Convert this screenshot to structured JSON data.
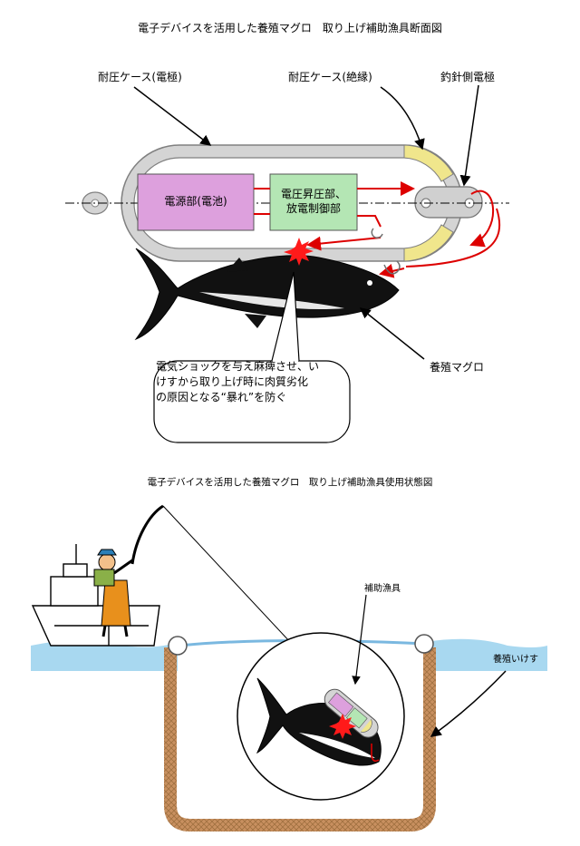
{
  "diagram1": {
    "title": "電子デバイスを活用した養殖マグロ　取り上げ補助漁具断面図",
    "labels": {
      "case_electrode": "耐圧ケース(電極)",
      "case_insulation": "耐圧ケース(絶縁)",
      "hook_electrode": "釣針側電極",
      "power_unit": "電源部(電池)",
      "voltage_unit_line1": "電圧昇圧部、",
      "voltage_unit_line2": "放電制御部",
      "tuna": "養殖マグロ"
    },
    "callout": {
      "line1": "電気ショックを与え麻痺させ、い",
      "line2": "けすから取り上げ時に肉質劣化",
      "line3": "の原因となる“暴れ”を防ぐ"
    },
    "colors": {
      "case": "#c8c8c8",
      "insulation": "#f0e68c",
      "power": "#dda0dd",
      "voltage": "#b4e6b4",
      "wire": "#dd0000"
    }
  },
  "diagram2": {
    "title": "電子デバイスを活用した養殖マグロ　取り上げ補助漁具使用状態図",
    "labels": {
      "device": "補助漁具",
      "cage": "養殖いけす"
    },
    "colors": {
      "water": "#a8d8f0",
      "net": "#c89060"
    }
  }
}
